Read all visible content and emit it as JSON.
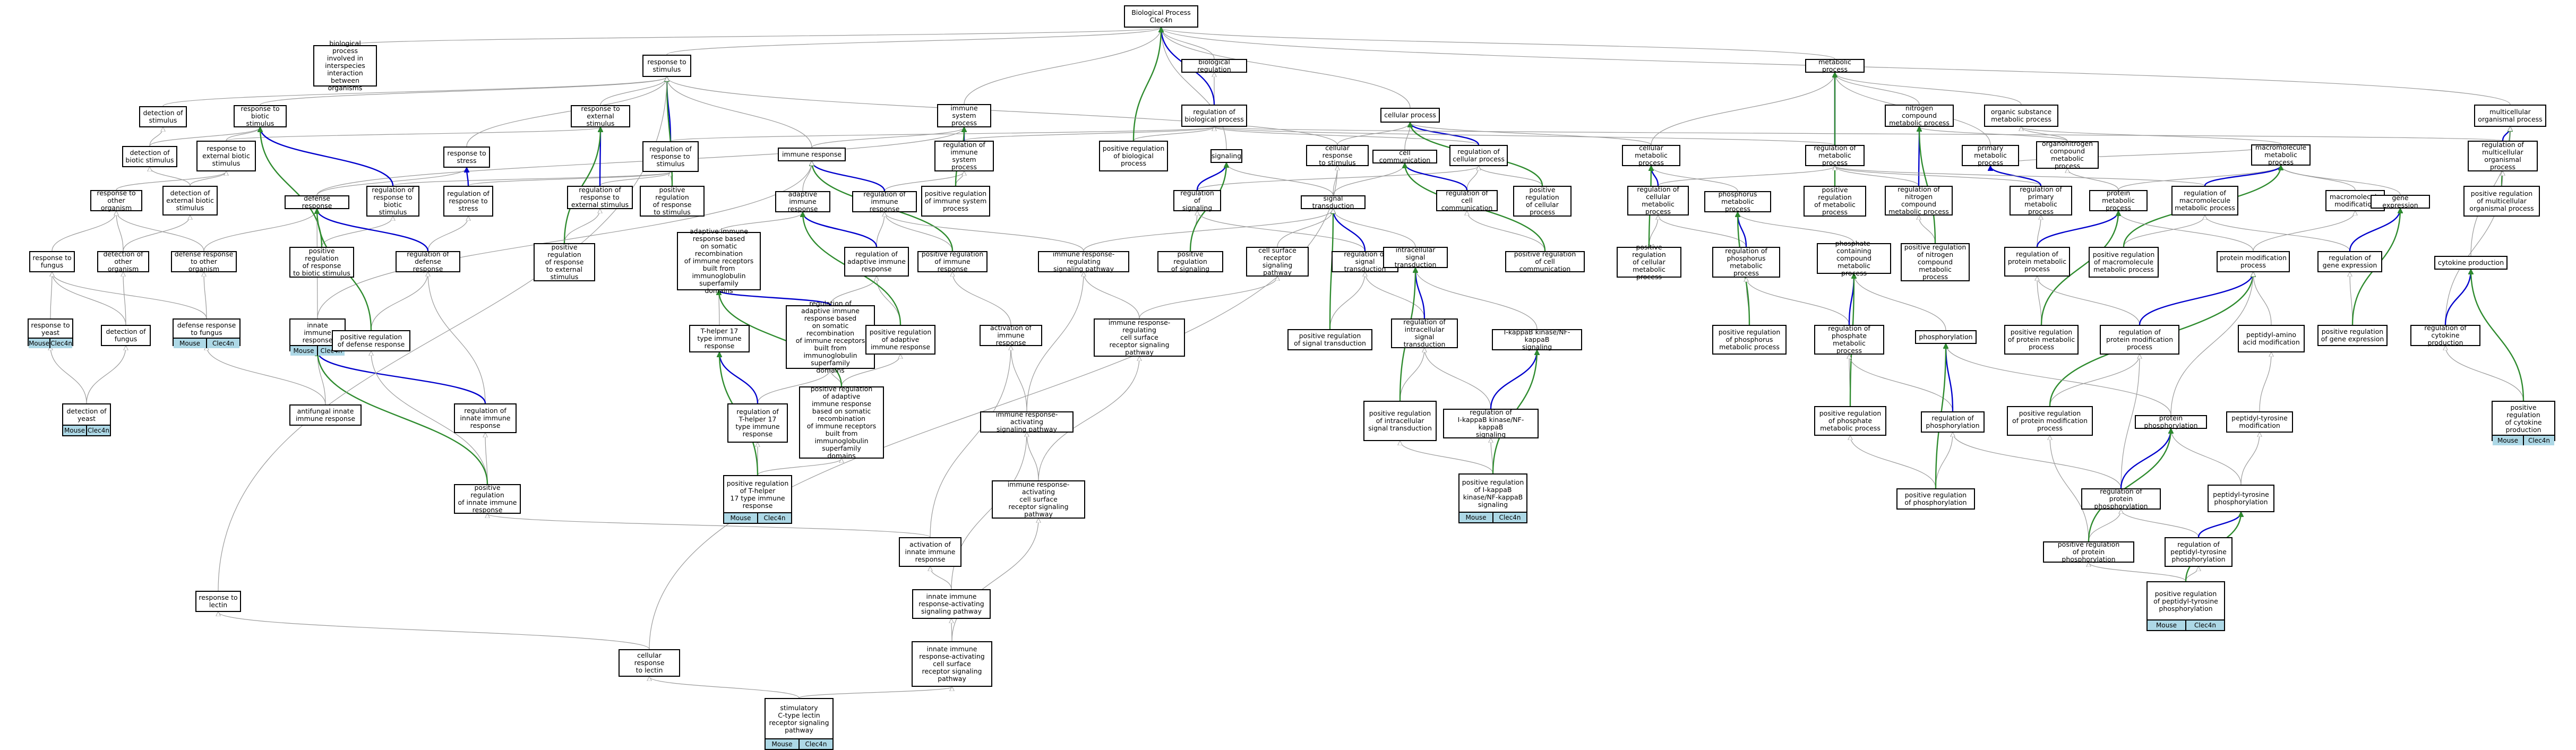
{
  "colors": {
    "is_a": "#9a9a9a",
    "part_of": "#000000",
    "positively_regulates": "#2e8b2e",
    "regulates": "#0000cc",
    "tag_bg": "#add8e6"
  },
  "annotation_tags": [
    "Mouse",
    "Clec4n"
  ],
  "nodes": {
    "root": "Biological Process\nClec4n",
    "bp_interspecies": "biological process\ninvolved in\ninterspecies\ninteraction\nbetween organisms",
    "resp_stimulus": "response to\nstimulus",
    "detection_stimulus": "detection of\nstimulus",
    "resp_biotic": "response to\nbiotic stimulus",
    "resp_external": "response to\nexternal stimulus",
    "immune_system_process": "immune system\nprocess",
    "biological_regulation": "biological regulation",
    "reg_bp": "regulation of\nbiological process",
    "cellular_process": "cellular process",
    "metabolic_process": "metabolic process",
    "nitrogen_compound": "nitrogen compound\nmetabolic process",
    "organic_substance": "organic substance\nmetabolic process",
    "multicellular_organismal": "multicellular\norganismal process",
    "detection_biotic": "detection of\nbiotic stimulus",
    "resp_ext_biotic": "response to\nexternal biotic\nstimulus",
    "resp_stress": "response to\nstress",
    "reg_resp_stimulus": "regulation of\nresponse to\nstimulus",
    "immune_response": "immune response",
    "reg_immune_system": "regulation of\nimmune system\nprocess",
    "pos_reg_bp": "positive regulation\nof biological\nprocess",
    "signaling": "signaling",
    "cellular_resp_stimulus": "cellular response\nto stimulus",
    "cell_communication": "cell communication",
    "reg_cellular_process": "regulation of\ncellular process",
    "cellular_metabolic": "cellular metabolic\nprocess",
    "reg_metabolic": "regulation of\nmetabolic process",
    "primary_metabolic": "primary metabolic\nprocess",
    "organonitrogen": "organonitrogen\ncompound metabolic\nprocess",
    "macromolecule_metabolic": "macromolecule\nmetabolic process",
    "reg_multicellular": "regulation of\nmulticellular\norganismal process",
    "resp_other_organism": "response to\nother organism",
    "detection_ext_biotic": "detection of\nexternal biotic\nstimulus",
    "defense_response": "defense response",
    "reg_resp_biotic": "regulation of\nresponse to\nbiotic stimulus",
    "reg_resp_stress": "regulation of\nresponse to\nstress",
    "reg_resp_external": "regulation of\nresponse to\nexternal stimulus",
    "pos_reg_resp_stimulus": "positive regulation\nof response\nto stimulus",
    "adaptive_immune": "adaptive immune\nresponse",
    "reg_immune_response": "regulation of\nimmune response",
    "pos_reg_immune_system": "positive regulation\nof immune system\nprocess",
    "reg_signaling": "regulation of\nsignaling",
    "signal_transduction": "signal transduction",
    "reg_cell_communication": "regulation of\ncell communication",
    "pos_reg_cellular_process": "positive regulation\nof cellular\nprocess",
    "reg_cellular_metabolic": "regulation of\ncellular metabolic\nprocess",
    "phosphorus_metabolic": "phosphorus metabolic\nprocess",
    "pos_reg_metabolic": "positive regulation\nof metabolic\nprocess",
    "reg_nitrogen_compound": "regulation of\nnitrogen compound\nmetabolic process",
    "reg_primary_metabolic": "regulation of\nprimary metabolic\nprocess",
    "protein_metabolic": "protein metabolic\nprocess",
    "reg_macromolecule_metabolic": "regulation of\nmacromolecule\nmetabolic process",
    "macromolecule_modification": "macromolecule\nmodification",
    "gene_expression": "gene expression",
    "pos_reg_multicellular": "positive regulation\nof multicellular\norganismal process",
    "resp_fungus": "response to\nfungus",
    "detection_other_organism": "detection of\nother organism",
    "defense_other_organism": "defense response\nto other organism",
    "pos_reg_resp_biotic": "positive regulation\nof response\nto biotic stimulus",
    "reg_defense": "regulation of\ndefense response",
    "pos_reg_resp_external": "positive regulation\nof response\nto external\nstimulus",
    "adaptive_somatic": "adaptive immune\nresponse based\non somatic recombination\nof immune receptors\nbuilt from immunoglobulin\nsuperfamily\ndomains",
    "reg_adaptive": "regulation of\nadaptive immune\nresponse",
    "pos_reg_immune_response": "positive regulation\nof immune response",
    "immune_resp_reg_signaling": "immune response-regulating\nsignaling pathway",
    "pos_reg_signaling": "positive regulation\nof signaling",
    "cell_surface_receptor": "cell surface\nreceptor signaling\npathway",
    "reg_signal_transduction": "regulation of\nsignal transduction",
    "pos_reg_cell_communication": "positive regulation\nof cell communication",
    "pos_reg_cellular_metabolic": "positive regulation\nof cellular\nmetabolic process",
    "reg_phosphorus_metabolic": "regulation of\nphosphorus metabolic\nprocess",
    "phosphate_containing": "phosphate-containing\ncompound metabolic\nprocess",
    "pos_reg_nitrogen": "positive regulation\nof nitrogen\ncompound metabolic\nprocess",
    "reg_protein_metabolic": "regulation of\nprotein metabolic\nprocess",
    "pos_reg_macromolecule_metabolic": "positive regulation\nof macromolecule\nmetabolic process",
    "protein_modification": "protein modification\nprocess",
    "reg_gene_expression": "regulation of\ngene expression",
    "cytokine_production": "cytokine production",
    "resp_yeast": "response to\nyeast",
    "detection_fungus": "detection of\nfungus",
    "defense_fungus": "defense response\nto fungus",
    "innate_immune": "innate immune\nresponse",
    "pos_reg_defense": "positive regulation\nof defense response",
    "th17_response": "T-helper 17\ntype immune\nresponse",
    "reg_adaptive_somatic": "regulation of\nadaptive immune\nresponse based\non somatic recombination\nof immune receptors\nbuilt from immunoglobulin\nsuperfamily\ndomains",
    "pos_reg_adaptive": "positive regulation\nof adaptive\nimmune response",
    "activation_immune": "activation of\nimmune response",
    "immune_resp_reg_cell_surface": "immune response-regulating\ncell surface\nreceptor signaling\npathway",
    "pos_reg_signal_transduction": "positive regulation\nof signal transduction",
    "intracellular_signal": "intracellular\nsignal transduction",
    "reg_intracellular_signal": "regulation of\nintracellular\nsignal transduction",
    "ikb_kinase": "I-kappaB kinase/NF-kappaB\nsignaling",
    "pos_reg_phosphorus": "positive regulation\nof phosphorus\nmetabolic process",
    "reg_phosphate_metabolic": "regulation of\nphosphate metabolic\nprocess",
    "phosphorylation": "phosphorylation",
    "pos_reg_protein_metabolic": "positive regulation\nof protein metabolic\nprocess",
    "reg_protein_modification": "regulation of\nprotein modification\nprocess",
    "peptidyl_amino_acid": "peptidyl-amino\nacid modification",
    "pos_reg_gene_expression": "positive regulation\nof gene expression",
    "reg_cytokine_production": "regulation of\ncytokine production",
    "detection_yeast": "detection of\nyeast",
    "antifungal_innate": "antifungal innate\nimmune response",
    "reg_innate": "regulation of\ninnate immune\nresponse",
    "reg_th17": "regulation of\nT-helper 17\ntype immune\nresponse",
    "pos_reg_adaptive_somatic": "positive regulation\nof adaptive\nimmune response\nbased on somatic\nrecombination\nof immune receptors\nbuilt from immunoglobulin\nsuperfamily\ndomains",
    "immune_resp_activating": "immune response-activating\nsignaling pathway",
    "pos_reg_intracellular": "positive regulation\nof intracellular\nsignal transduction",
    "reg_ikb": "regulation of\nI-kappaB kinase/NF-kappaB\nsignaling",
    "pos_reg_phosphate": "positive regulation\nof phosphate\nmetabolic process",
    "reg_phosphorylation": "regulation of\nphosphorylation",
    "pos_reg_protein_modification": "positive regulation\nof protein modification\nprocess",
    "protein_phosphorylation": "protein phosphorylation",
    "peptidyl_tyrosine_modification": "peptidyl-tyrosine\nmodification",
    "pos_reg_cytokine": "positive regulation\nof cytokine\nproduction",
    "pos_reg_innate": "positive regulation\nof innate immune\nresponse",
    "pos_reg_th17": "positive regulation\nof T-helper\n17 type immune\nresponse",
    "immune_resp_activating_cell_surface": "immune response-activating\ncell surface\nreceptor signaling\npathway",
    "pos_reg_ikb": "positive regulation\nof I-kappaB\nkinase/NF-kappaB\nsignaling",
    "pos_reg_phosphorylation": "positive regulation\nof phosphorylation",
    "reg_protein_phosphorylation": "regulation of\nprotein phosphorylation",
    "peptidyl_tyrosine_phosphorylation": "peptidyl-tyrosine\nphosphorylation",
    "activation_innate": "activation of\ninnate immune\nresponse",
    "pos_reg_protein_phosphorylation": "positive regulation\nof protein phosphorylation",
    "reg_peptidyl_tyrosine": "regulation of\npeptidyl-tyrosine\nphosphorylation",
    "resp_lectin": "response to\nlectin",
    "innate_activating_signaling": "innate immune\nresponse-activating\nsignaling pathway",
    "pos_reg_peptidyl_tyrosine": "positive regulation\nof peptidyl-tyrosine\nphosphorylation",
    "cellular_resp_lectin": "cellular response\nto lectin",
    "innate_activating_cell_surface": "innate immune\nresponse-activating\ncell surface\nreceptor signaling\npathway",
    "stimulatory_clec": "stimulatory\nC-type lectin\nreceptor signaling\npathway"
  }
}
